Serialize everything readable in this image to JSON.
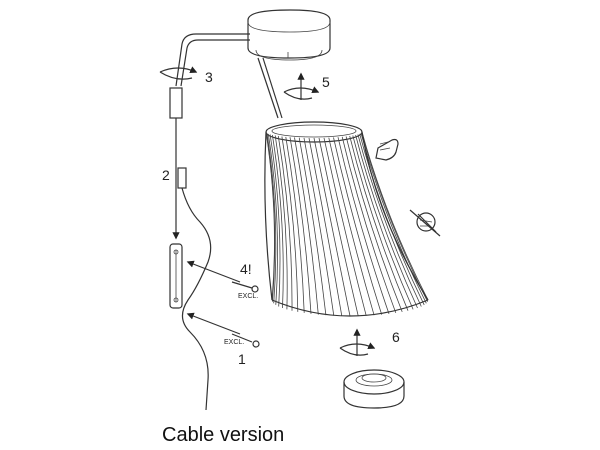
{
  "steps": {
    "s1": "1",
    "s2": "2",
    "s3": "3",
    "s4": "4!",
    "s5": "5",
    "s6": "6"
  },
  "screw_labels": {
    "upper": "EXCL.",
    "lower": "EXCL."
  },
  "caption": "Cable version",
  "icons": [
    "hand-touch-icon",
    "no-touch-hot-icon",
    "rotate-arrow-icon"
  ]
}
